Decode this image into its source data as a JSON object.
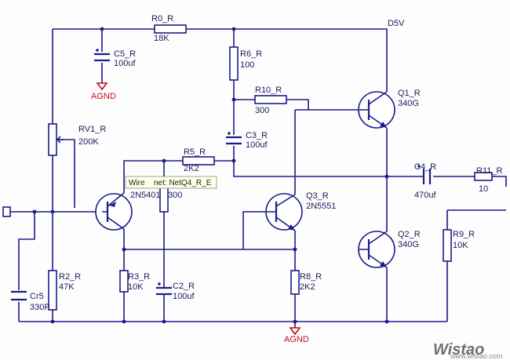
{
  "supply_label": "D5V",
  "ground": {
    "label": "AGND"
  },
  "components": {
    "R0": {
      "name": "R0_R",
      "value": "18K"
    },
    "C5": {
      "name": "C5_R",
      "value": "100uf"
    },
    "R6": {
      "name": "R6_R",
      "value": "100"
    },
    "R10": {
      "name": "R10_R",
      "value": "300"
    },
    "C3": {
      "name": "C3_R",
      "value": "100uf"
    },
    "Q1": {
      "name": "Q1_R",
      "value": "340G"
    },
    "RV1": {
      "name": "RV1_R",
      "value": "200K"
    },
    "R5": {
      "name": "R5_R",
      "value": "2K2"
    },
    "C4": {
      "name": "C4_R",
      "value": "470uf"
    },
    "R11": {
      "name": "R11_R",
      "value": "10"
    },
    "Q4": {
      "value": "2N5401"
    },
    "R4": {
      "value": "300"
    },
    "Q3": {
      "name": "Q3_R",
      "value": "2N5551"
    },
    "Q2": {
      "name": "Q2_R",
      "value": "340G"
    },
    "R9": {
      "name": "R9_R",
      "value": "10K"
    },
    "R2": {
      "name": "R2_R",
      "value": "47K"
    },
    "R3": {
      "name": "R3_R",
      "value": "10K"
    },
    "C2": {
      "name": "C2_R",
      "value": "100uf"
    },
    "R8": {
      "name": "R8_R",
      "value": "2K2"
    },
    "Cr5": {
      "name": "Cr5",
      "value": "330P"
    }
  },
  "tooltip": {
    "kind": "Wire",
    "net": "net: NetQ4_R_E"
  },
  "watermark": {
    "brand": "Wistao",
    "url": "www.wistao.com"
  },
  "colors": {
    "wire": "#1c1c8c",
    "label": "#1a1a5e",
    "ground_label": "#c0101a",
    "tooltip_bg": "#ffffe6"
  }
}
